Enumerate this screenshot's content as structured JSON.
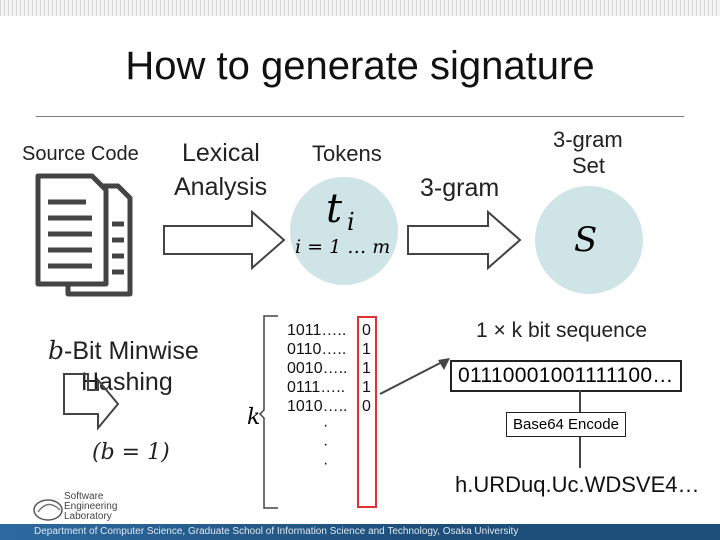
{
  "title": "How to generate signature",
  "labels": {
    "source_code": "Source Code",
    "lexical": "Lexical",
    "analysis": "Analysis",
    "tokens": "Tokens",
    "three_gram": "3-gram",
    "three_gram_set_1": "3-gram",
    "three_gram_set_2": "Set",
    "set_symbol": "S",
    "token_t": "t",
    "token_i": "i",
    "token_range": "i = 1 … m",
    "minwise_b": "b",
    "minwise_1": "-Bit Minwise",
    "minwise_2": "Hashing",
    "b_equals": "(b = 1)",
    "k": "k",
    "bit_sequence": "1 × k bit sequence",
    "binary_string": "01110001001111100…",
    "base64_label": "Base64 Encode",
    "encoded": "h.URDuq.Uc.WDSVE4…"
  },
  "bits": {
    "rows": [
      {
        "prefix": "1011…..",
        "bit": "0"
      },
      {
        "prefix": "0110…..",
        "bit": "1"
      },
      {
        "prefix": "0010…..",
        "bit": "1"
      },
      {
        "prefix": "0111…..",
        "bit": "1"
      },
      {
        "prefix": "1010…..",
        "bit": "0"
      }
    ],
    "dots": [
      "·",
      "·",
      "·"
    ]
  },
  "logo": {
    "line1": "Software",
    "line2": "Engineering",
    "line3": "Laboratory"
  },
  "footer": "Department of Computer Science, Graduate School of Information Science and Technology, Osaka University",
  "colors": {
    "circle": "#cfe4e6",
    "red_box": "#e03030",
    "footer_bar": "#1e4e7a"
  }
}
